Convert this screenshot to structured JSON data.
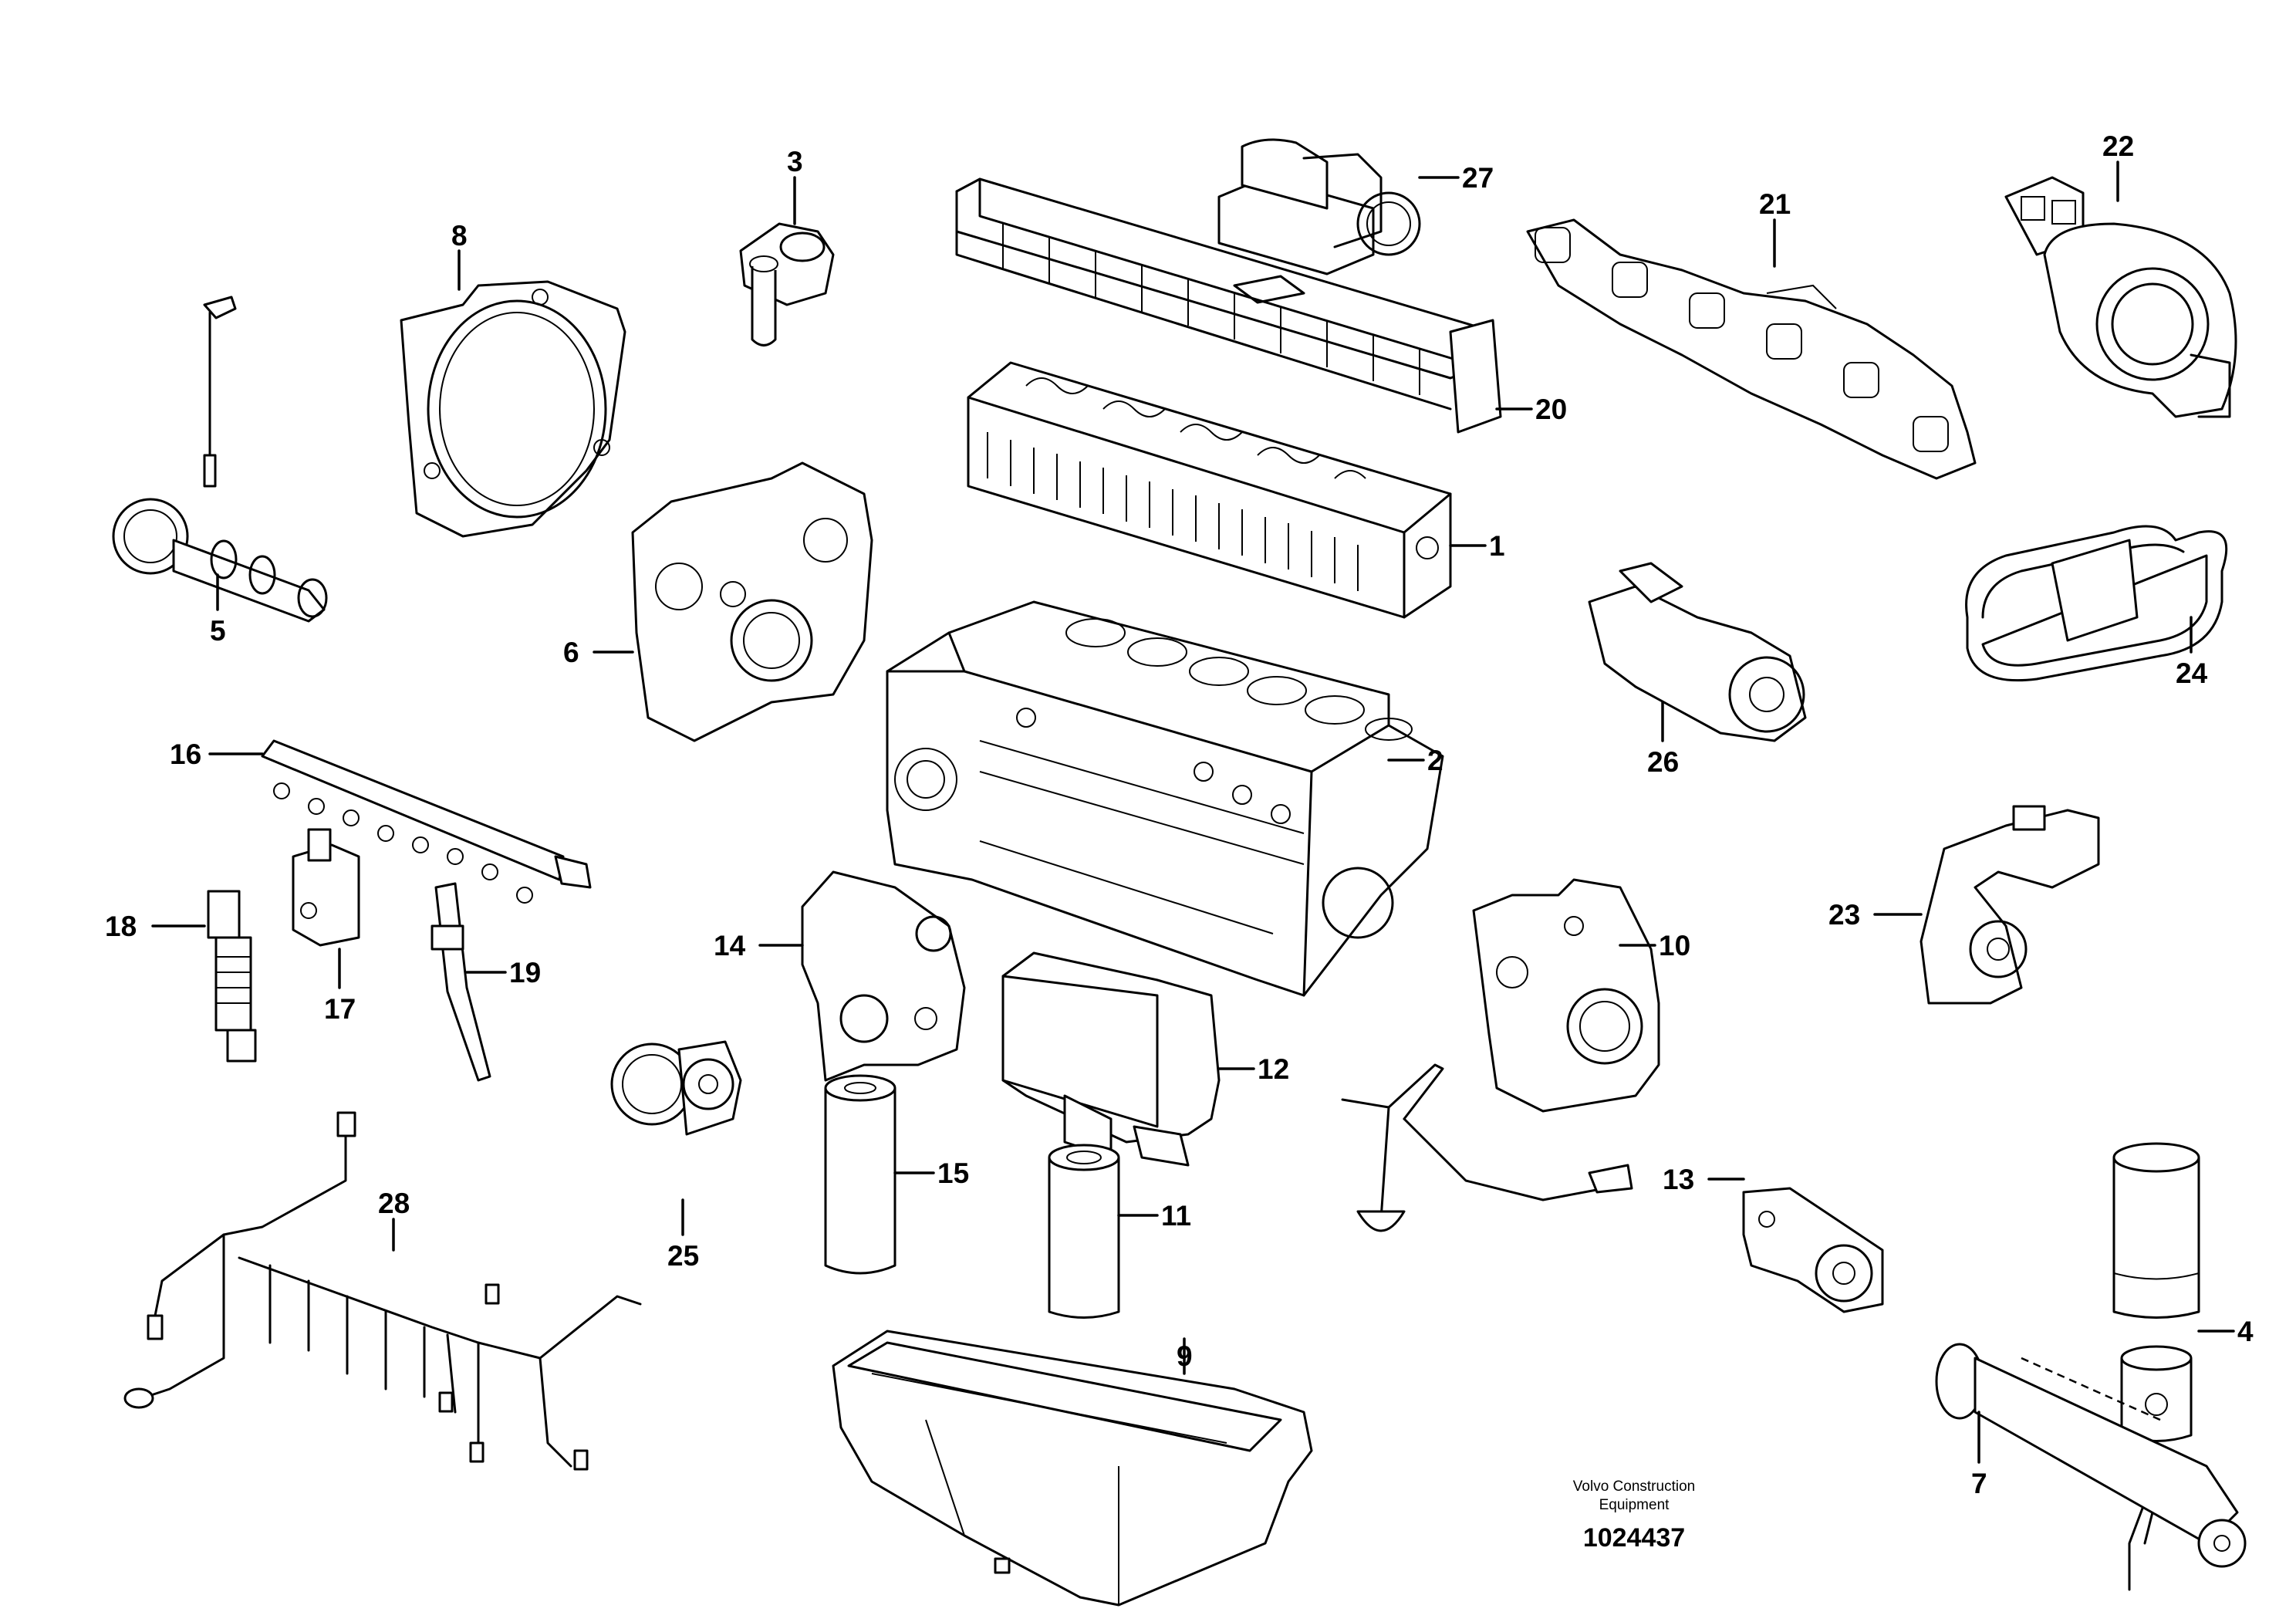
{
  "diagram": {
    "parts": [
      {
        "id": "1",
        "label": "1",
        "name": "cylinder-head"
      },
      {
        "id": "2",
        "label": "2",
        "name": "cylinder-block"
      },
      {
        "id": "3",
        "label": "3",
        "name": "thermostat-housing"
      },
      {
        "id": "4",
        "label": "4",
        "name": "piston-and-liner"
      },
      {
        "id": "5",
        "label": "5",
        "name": "camshaft"
      },
      {
        "id": "6",
        "label": "6",
        "name": "timing-gear-casing"
      },
      {
        "id": "7",
        "label": "7",
        "name": "crankshaft"
      },
      {
        "id": "8",
        "label": "8",
        "name": "flywheel-housing"
      },
      {
        "id": "9",
        "label": "9",
        "name": "oil-sump"
      },
      {
        "id": "10",
        "label": "10",
        "name": "timing-cover"
      },
      {
        "id": "11",
        "label": "11",
        "name": "oil-filter-cartridge"
      },
      {
        "id": "12",
        "label": "12",
        "name": "oil-cooler"
      },
      {
        "id": "13",
        "label": "13",
        "name": "oil-pump"
      },
      {
        "id": "14",
        "label": "14",
        "name": "fuel-filter-bracket"
      },
      {
        "id": "15",
        "label": "15",
        "name": "fuel-filter"
      },
      {
        "id": "16",
        "label": "16",
        "name": "fuel-rail"
      },
      {
        "id": "17",
        "label": "17",
        "name": "pressure-valve"
      },
      {
        "id": "18",
        "label": "18",
        "name": "unit-pump"
      },
      {
        "id": "19",
        "label": "19",
        "name": "injector"
      },
      {
        "id": "20",
        "label": "20",
        "name": "valve-cover"
      },
      {
        "id": "21",
        "label": "21",
        "name": "exhaust-manifold"
      },
      {
        "id": "22",
        "label": "22",
        "name": "turbocharger"
      },
      {
        "id": "23",
        "label": "23",
        "name": "coolant-pump"
      },
      {
        "id": "24",
        "label": "24",
        "name": "drive-belt"
      },
      {
        "id": "25",
        "label": "25",
        "name": "fuel-feed-pump"
      },
      {
        "id": "26",
        "label": "26",
        "name": "starter-motor"
      },
      {
        "id": "27",
        "label": "27",
        "name": "pressure-sensor-unit"
      },
      {
        "id": "28",
        "label": "28",
        "name": "wiring-harness"
      }
    ],
    "credit_line1": "Volvo Construction",
    "credit_line2": "Equipment",
    "document_number": "1024437"
  }
}
